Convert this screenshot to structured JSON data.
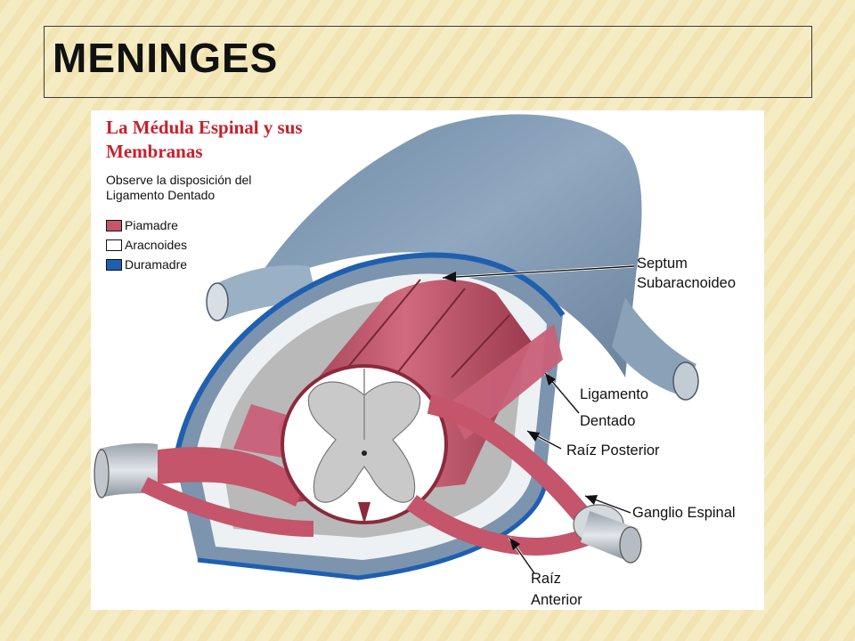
{
  "slide": {
    "title": "MENINGES"
  },
  "figure": {
    "title": "La Médula Espinal y sus Membranas",
    "note": "Observe la disposición del Ligamento Dentado",
    "legend": [
      {
        "label": "Piamadre",
        "color": "#c4556a"
      },
      {
        "label": "Aracnoides",
        "color": "#ffffff"
      },
      {
        "label": "Duramadre",
        "color": "#1f5fb0"
      }
    ],
    "labels": {
      "septum_line1": "Septum",
      "septum_line2": "Subaracnoideo",
      "ligamento_line1": "Ligamento",
      "ligamento_line2": "Dentado",
      "raiz_posterior": "Raíz Posterior",
      "ganglio": "Ganglio Espinal",
      "raiz_anterior_line1": "Raíz",
      "raiz_anterior_line2": "Anterior"
    }
  },
  "colors": {
    "dura_gray_blue": "#7f9ab4",
    "dura_blue": "#1f5fb0",
    "pia_red": "#c4556a",
    "gray_matter": "#c9c9c9",
    "white_matter": "#ffffff"
  }
}
